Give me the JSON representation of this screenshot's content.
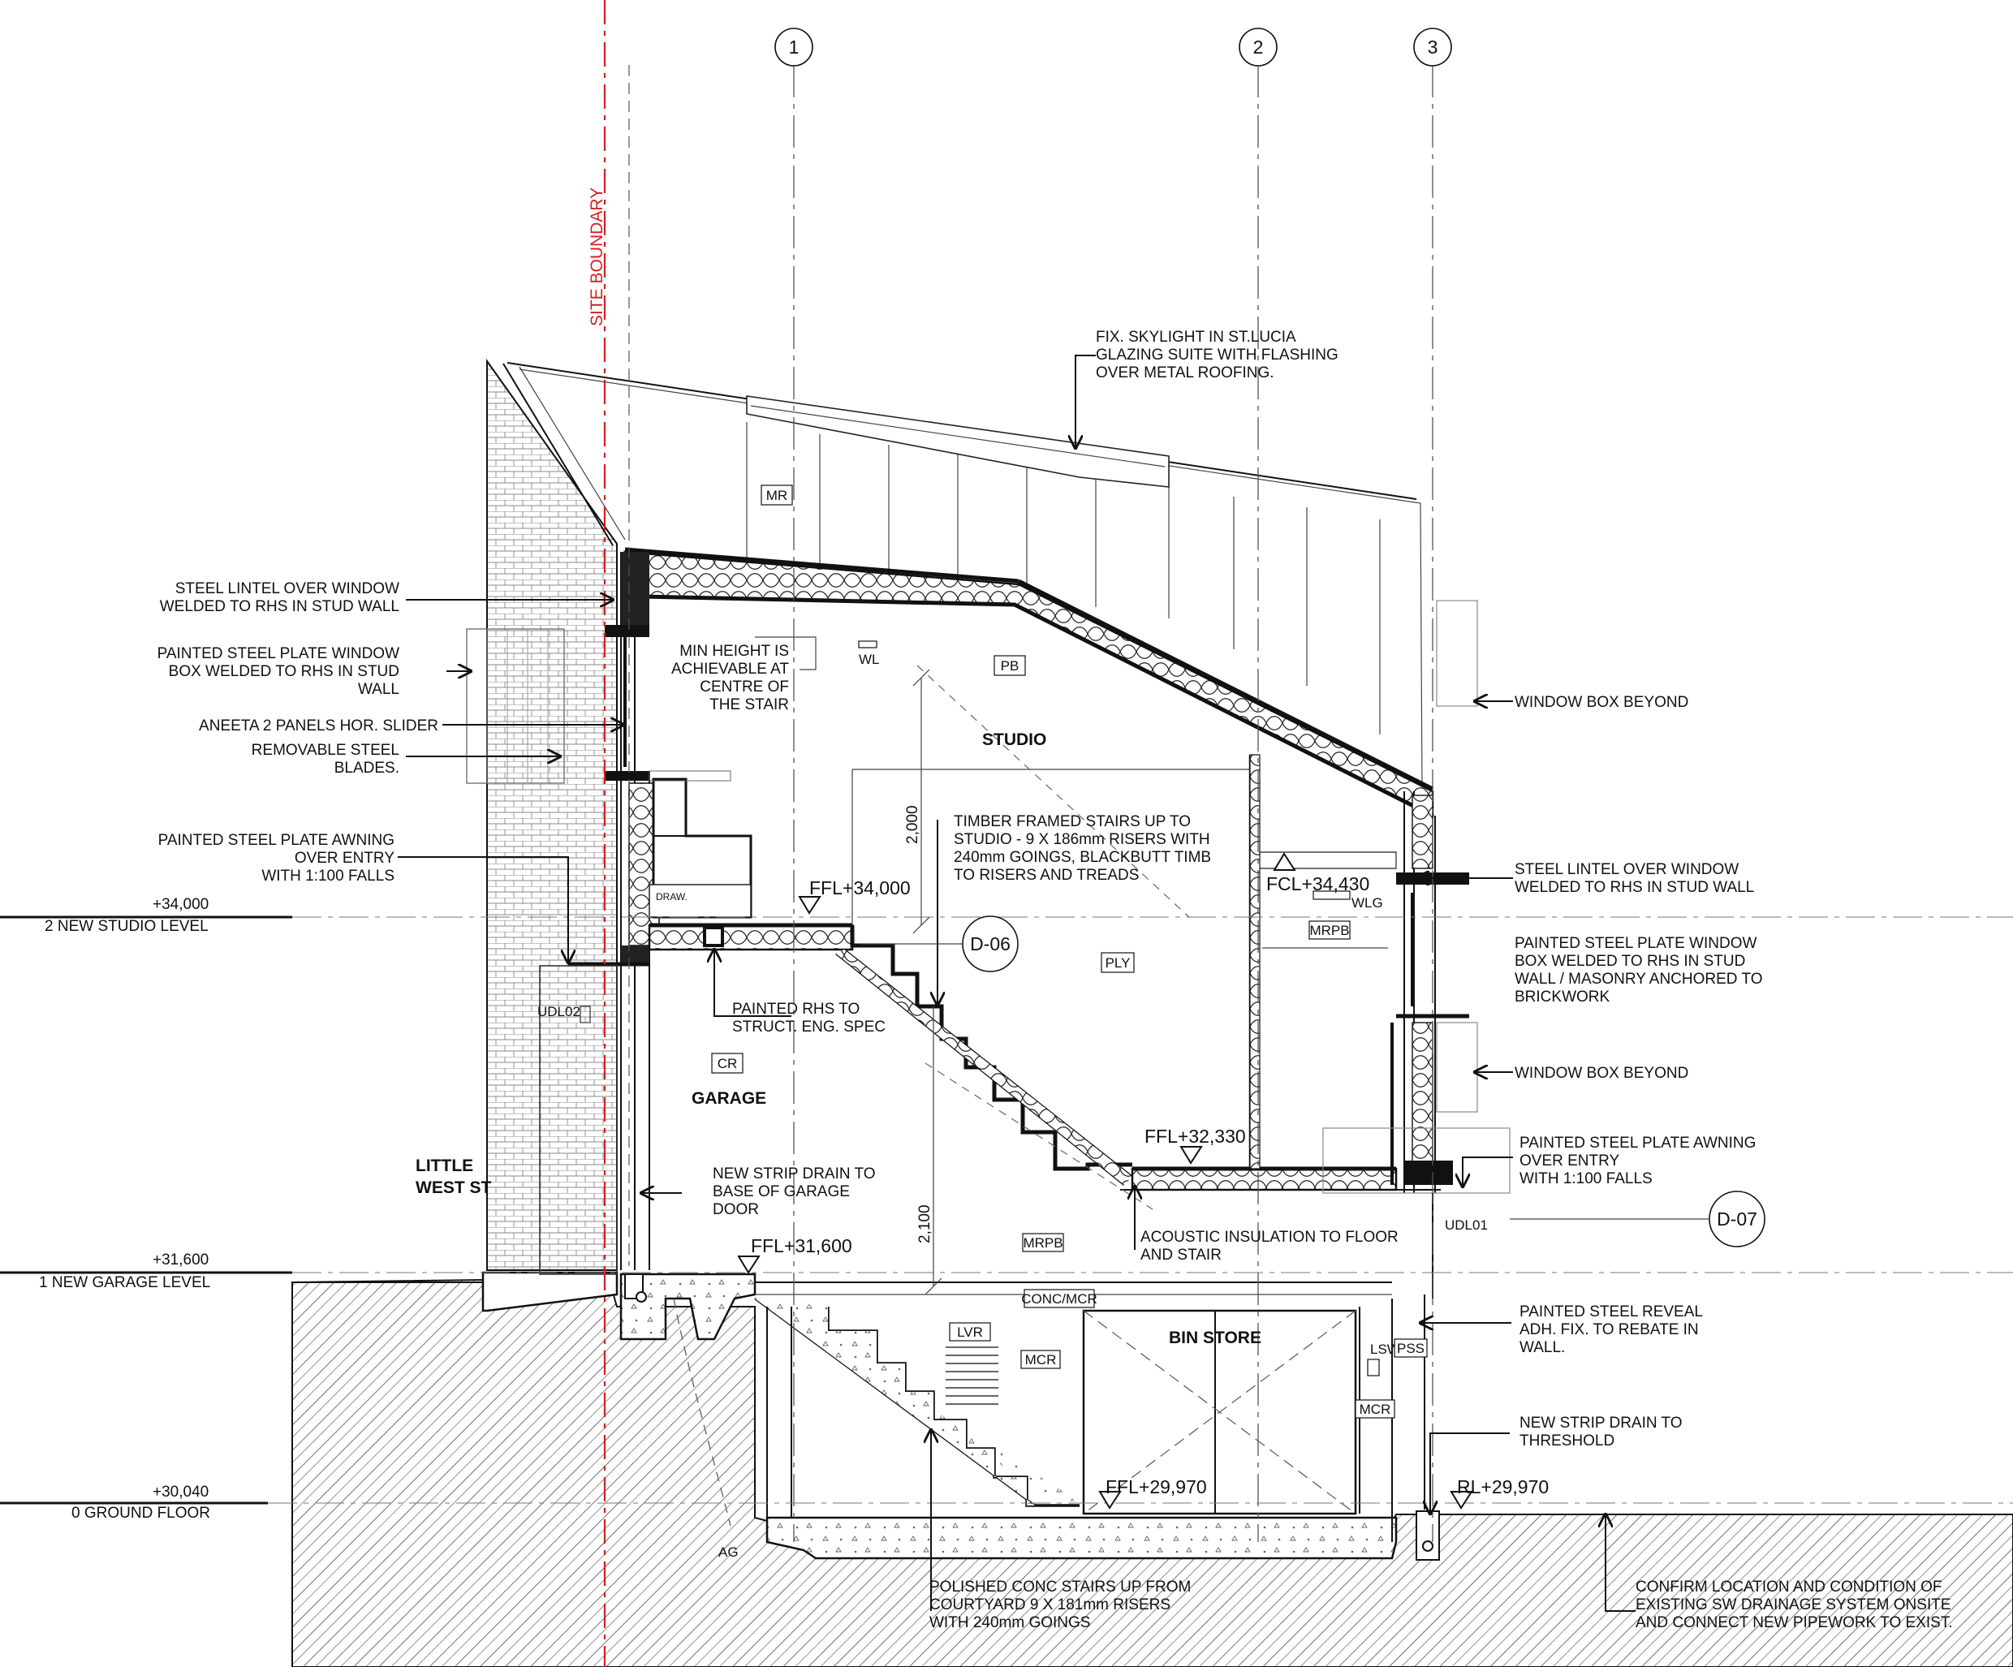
{
  "grid": [
    "1",
    "2",
    "3"
  ],
  "boundary": "SITE BOUNDARY",
  "street": [
    "LITTLE",
    "WEST ST"
  ],
  "levels": [
    {
      "rl": "+34,000",
      "name": "2 NEW STUDIO LEVEL"
    },
    {
      "rl": "+31,600",
      "name": "1 NEW GARAGE LEVEL"
    },
    {
      "rl": "+30,040",
      "name": "0 GROUND FLOOR"
    }
  ],
  "rooms": {
    "studio": "STUDIO",
    "garage": "GARAGE",
    "bin": "BIN STORE"
  },
  "tags": {
    "mr": "MR",
    "pb": "PB",
    "wl": "WL",
    "ply": "PLY",
    "mrpb1": "MRPB",
    "wlg": "WLG",
    "cr": "CR",
    "mrpb2": "MRPB",
    "concmcr": "CONC/MCR",
    "lvr": "LVR",
    "mcr1": "MCR",
    "mcr2": "MCR",
    "lsw": "LSW",
    "pss": "PSS",
    "udl01": "UDL01",
    "udl02": "UDL02",
    "ag": "AG",
    "draw": "DRAW."
  },
  "callouts": {
    "d06": "D-06",
    "d07": "D-07"
  },
  "dims": {
    "d2000": "2,000",
    "d2100": "2,100"
  },
  "spot": {
    "ffl34000": "FFL+34,000",
    "fcl34430": "FCL+34,430",
    "ffl32330": "FFL+32,330",
    "ffl31600": "FFL+31,600",
    "ffl29970": "FFL+29,970",
    "rl29970": "RL+29,970"
  },
  "notes": {
    "skylight": [
      "FIX. SKYLIGHT IN ST.LUCIA",
      "GLAZING SUITE WITH FLASHING",
      "OVER METAL ROOFING."
    ],
    "lintel_l": [
      "STEEL LINTEL OVER WINDOW",
      "WELDED TO RHS IN STUD WALL"
    ],
    "winbox_l": [
      "PAINTED STEEL PLATE WINDOW",
      "BOX WELDED TO RHS IN STUD",
      "WALL"
    ],
    "aneeta": [
      "ANEETA 2 PANELS HOR. SLIDER"
    ],
    "blades": [
      "REMOVABLE STEEL",
      "BLADES."
    ],
    "awning_l": [
      "PAINTED STEEL PLATE AWNING",
      "OVER ENTRY",
      "WITH 1:100 FALLS"
    ],
    "minheight": [
      "MIN HEIGHT IS",
      "ACHIEVABLE AT",
      "CENTRE OF",
      "THE STAIR"
    ],
    "timber": [
      "TIMBER FRAMED STAIRS UP TO",
      "STUDIO - 9 X 186mm RISERS WITH",
      "240mm GOINGS, BLACKBUTT TIMB",
      "TO RISERS AND TREADS"
    ],
    "rhs": [
      "PAINTED RHS TO",
      "STRUCT. ENG. SPEC"
    ],
    "strip_g": [
      "NEW STRIP DRAIN TO",
      "BASE OF GARAGE",
      "DOOR"
    ],
    "acoustic": [
      "ACOUSTIC INSULATION TO FLOOR",
      "AND STAIR"
    ],
    "winbeyond1": [
      "WINDOW BOX BEYOND"
    ],
    "lintel_r": [
      "STEEL LINTEL OVER WINDOW",
      "WELDED TO RHS IN STUD WALL"
    ],
    "winbox_r": [
      "PAINTED STEEL PLATE WINDOW",
      "BOX WELDED TO RHS IN STUD",
      "WALL / MASONRY ANCHORED TO",
      "BRICKWORK"
    ],
    "winbeyond2": [
      "WINDOW BOX BEYOND"
    ],
    "awning_r": [
      "PAINTED STEEL PLATE AWNING",
      "OVER ENTRY",
      "WITH 1:100 FALLS"
    ],
    "reveal": [
      "PAINTED STEEL REVEAL",
      "ADH. FIX. TO REBATE IN",
      "WALL."
    ],
    "strip_t": [
      "NEW STRIP DRAIN TO",
      "THRESHOLD"
    ],
    "polished": [
      "POLISHED CONC STAIRS UP FROM",
      "COURTYARD 9 X 181mm RISERS",
      "WITH 240mm GOINGS"
    ],
    "confirm": [
      "CONFIRM LOCATION AND CONDITION OF",
      "EXISTING SW DRAINAGE SYSTEM ONSITE",
      "AND CONNECT NEW PIPEWORK TO EXIST."
    ]
  }
}
